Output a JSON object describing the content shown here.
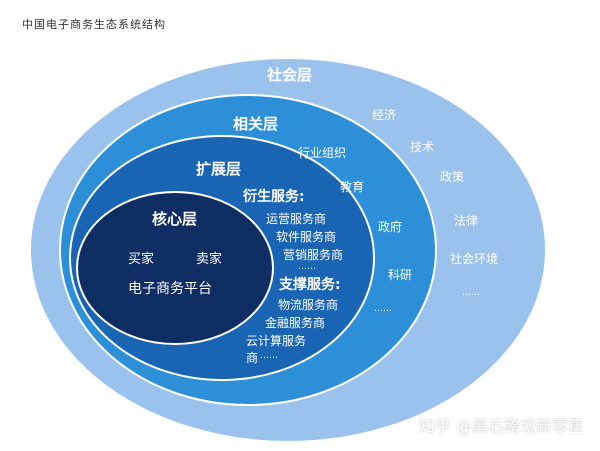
{
  "title": "中国电子商务生态系统结构",
  "colors": {
    "social": "#9bc2ec",
    "related": "#2d8fd8",
    "extended": "#1a64b4",
    "core": "#0e2d63",
    "outline": "#ffffff"
  },
  "social_layer": {
    "title": "社会层",
    "items": [
      "经济",
      "技术",
      "政策",
      "法律",
      "社会环境",
      "……"
    ]
  },
  "related_layer": {
    "title": "相关层",
    "items": [
      "行业组织",
      "教育",
      "政府",
      "科研",
      "……"
    ]
  },
  "extended_layer": {
    "title": "扩展层",
    "derivative": {
      "title": "衍生服务:",
      "items": [
        "运营服务商",
        "软件服务商",
        "营销服务商",
        "……"
      ]
    },
    "support": {
      "title": "支撑服务:",
      "items": [
        "物流服务商",
        "金融服务商",
        "云计算服务",
        "商",
        "……"
      ]
    }
  },
  "core_layer": {
    "title": "核心层",
    "buyer": "买家",
    "seller": "卖家",
    "platform": "电子商务平台"
  },
  "watermark": "知乎 @黑石跨境新零售"
}
